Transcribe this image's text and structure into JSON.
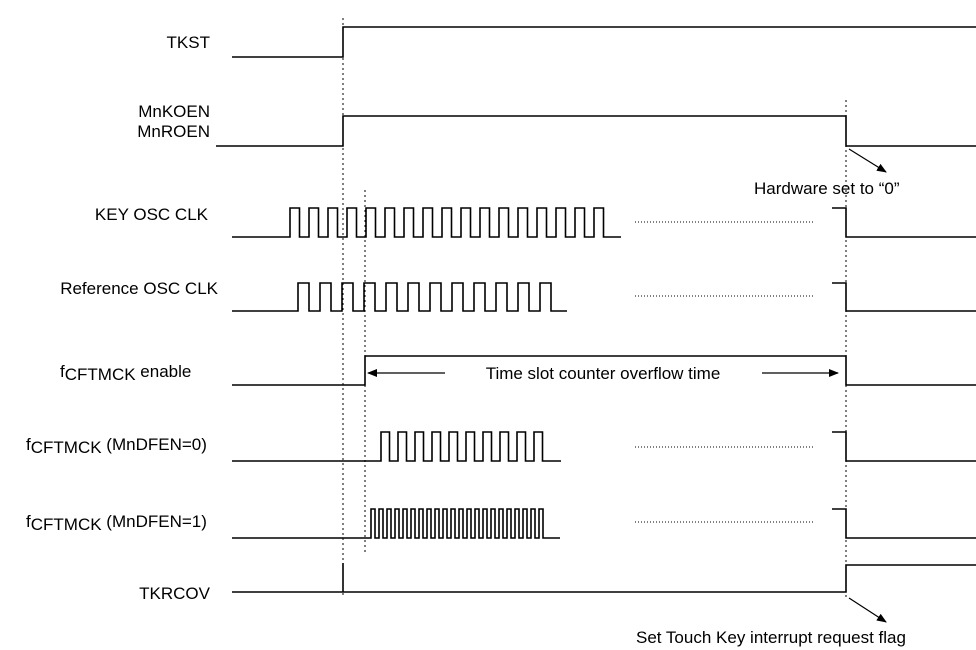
{
  "signals": {
    "tkst": "TKST",
    "mnkoen": "MnKOEN",
    "mnroen": "MnROEN",
    "keyosc": "KEY OSC CLK",
    "refosc": "Reference  OSC CLK",
    "fcftmck_enable": {
      "base": "f",
      "sub": "CFTMCK",
      "rest": " enable"
    },
    "fcftmck_dfen0": {
      "base": "f",
      "sub": "CFTMCK",
      "rest": " (MnDFEN=0)"
    },
    "fcftmck_dfen1": {
      "base": "f",
      "sub": "CFTMCK",
      "rest": " (MnDFEN=1)"
    },
    "tkrcov": "TKRCOV"
  },
  "annotations": {
    "hardware_set": "Hardware set to “0”",
    "time_slot": "Time slot counter overflow time",
    "set_flag": "Set Touch Key interrupt request flag"
  }
}
